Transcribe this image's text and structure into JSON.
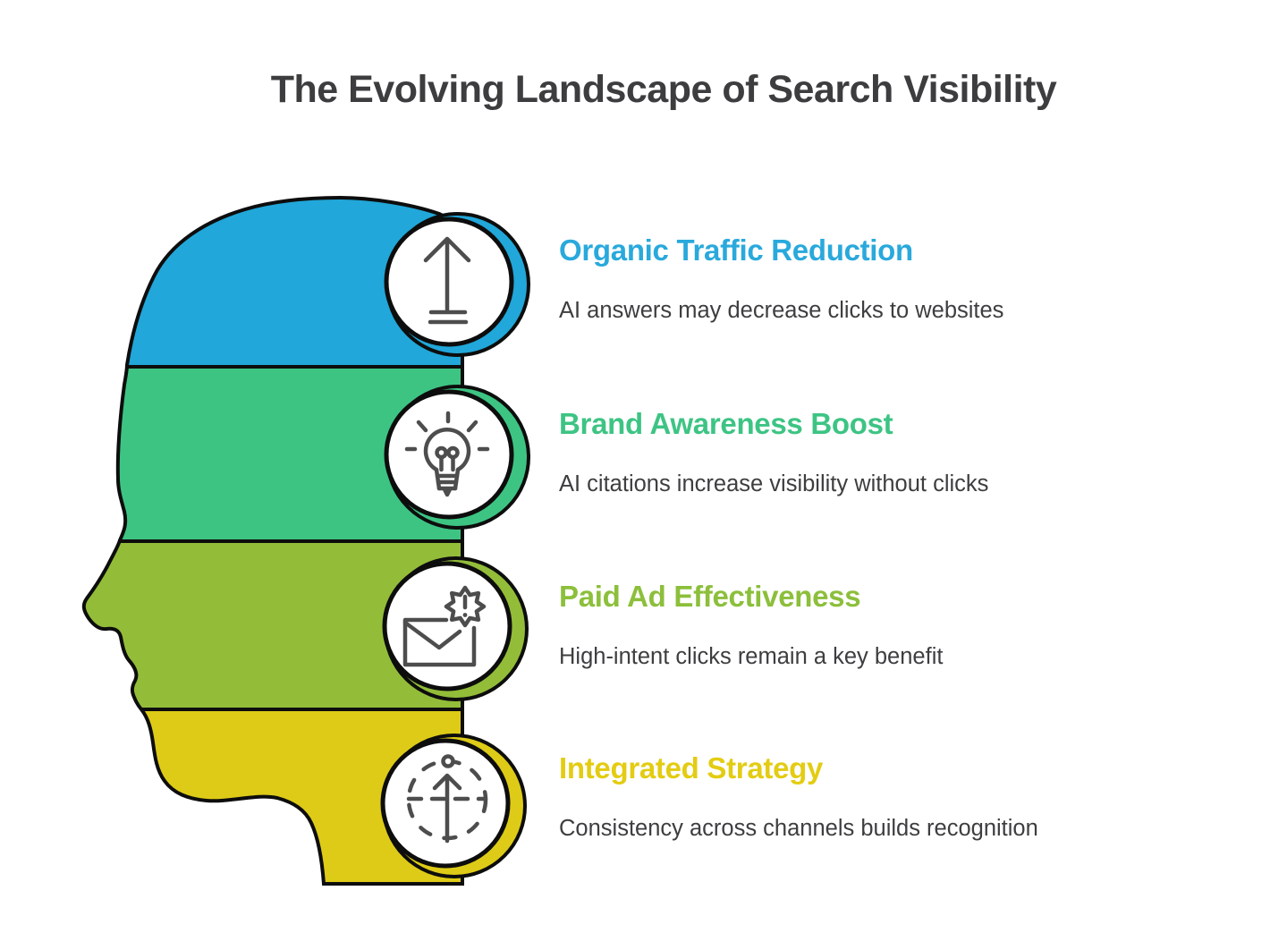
{
  "title": "The Evolving Landscape of Search Visibility",
  "sections": [
    {
      "heading": "Organic Traffic Reduction",
      "description": "AI answers may decrease clicks to websites",
      "heading_color": "#29A9DC",
      "band_color": "#21A7D9",
      "icon": "growth-arrow-icon"
    },
    {
      "heading": "Brand Awareness Boost",
      "description": "AI citations increase visibility without clicks",
      "heading_color": "#3DC484",
      "band_color": "#3DC483",
      "icon": "lightbulb-idea-icon"
    },
    {
      "heading": "Paid Ad Effectiveness",
      "description": "High-intent clicks remain a key benefit",
      "heading_color": "#8CBF3B",
      "band_color": "#93BD39",
      "icon": "mail-alert-icon"
    },
    {
      "heading": "Integrated Strategy",
      "description": "Consistency across channels builds recognition",
      "heading_color": "#E3CC12",
      "band_color": "#DECB17",
      "icon": "person-growth-icon"
    }
  ],
  "styles": {
    "title_color": "#3D3D3F",
    "text_color": "#3E3E40",
    "outline_color": "#0D0D0D",
    "icon_stroke": "#4D4D4D",
    "circle_fill": "#FFFFFF",
    "background": "#FFFFFF"
  }
}
